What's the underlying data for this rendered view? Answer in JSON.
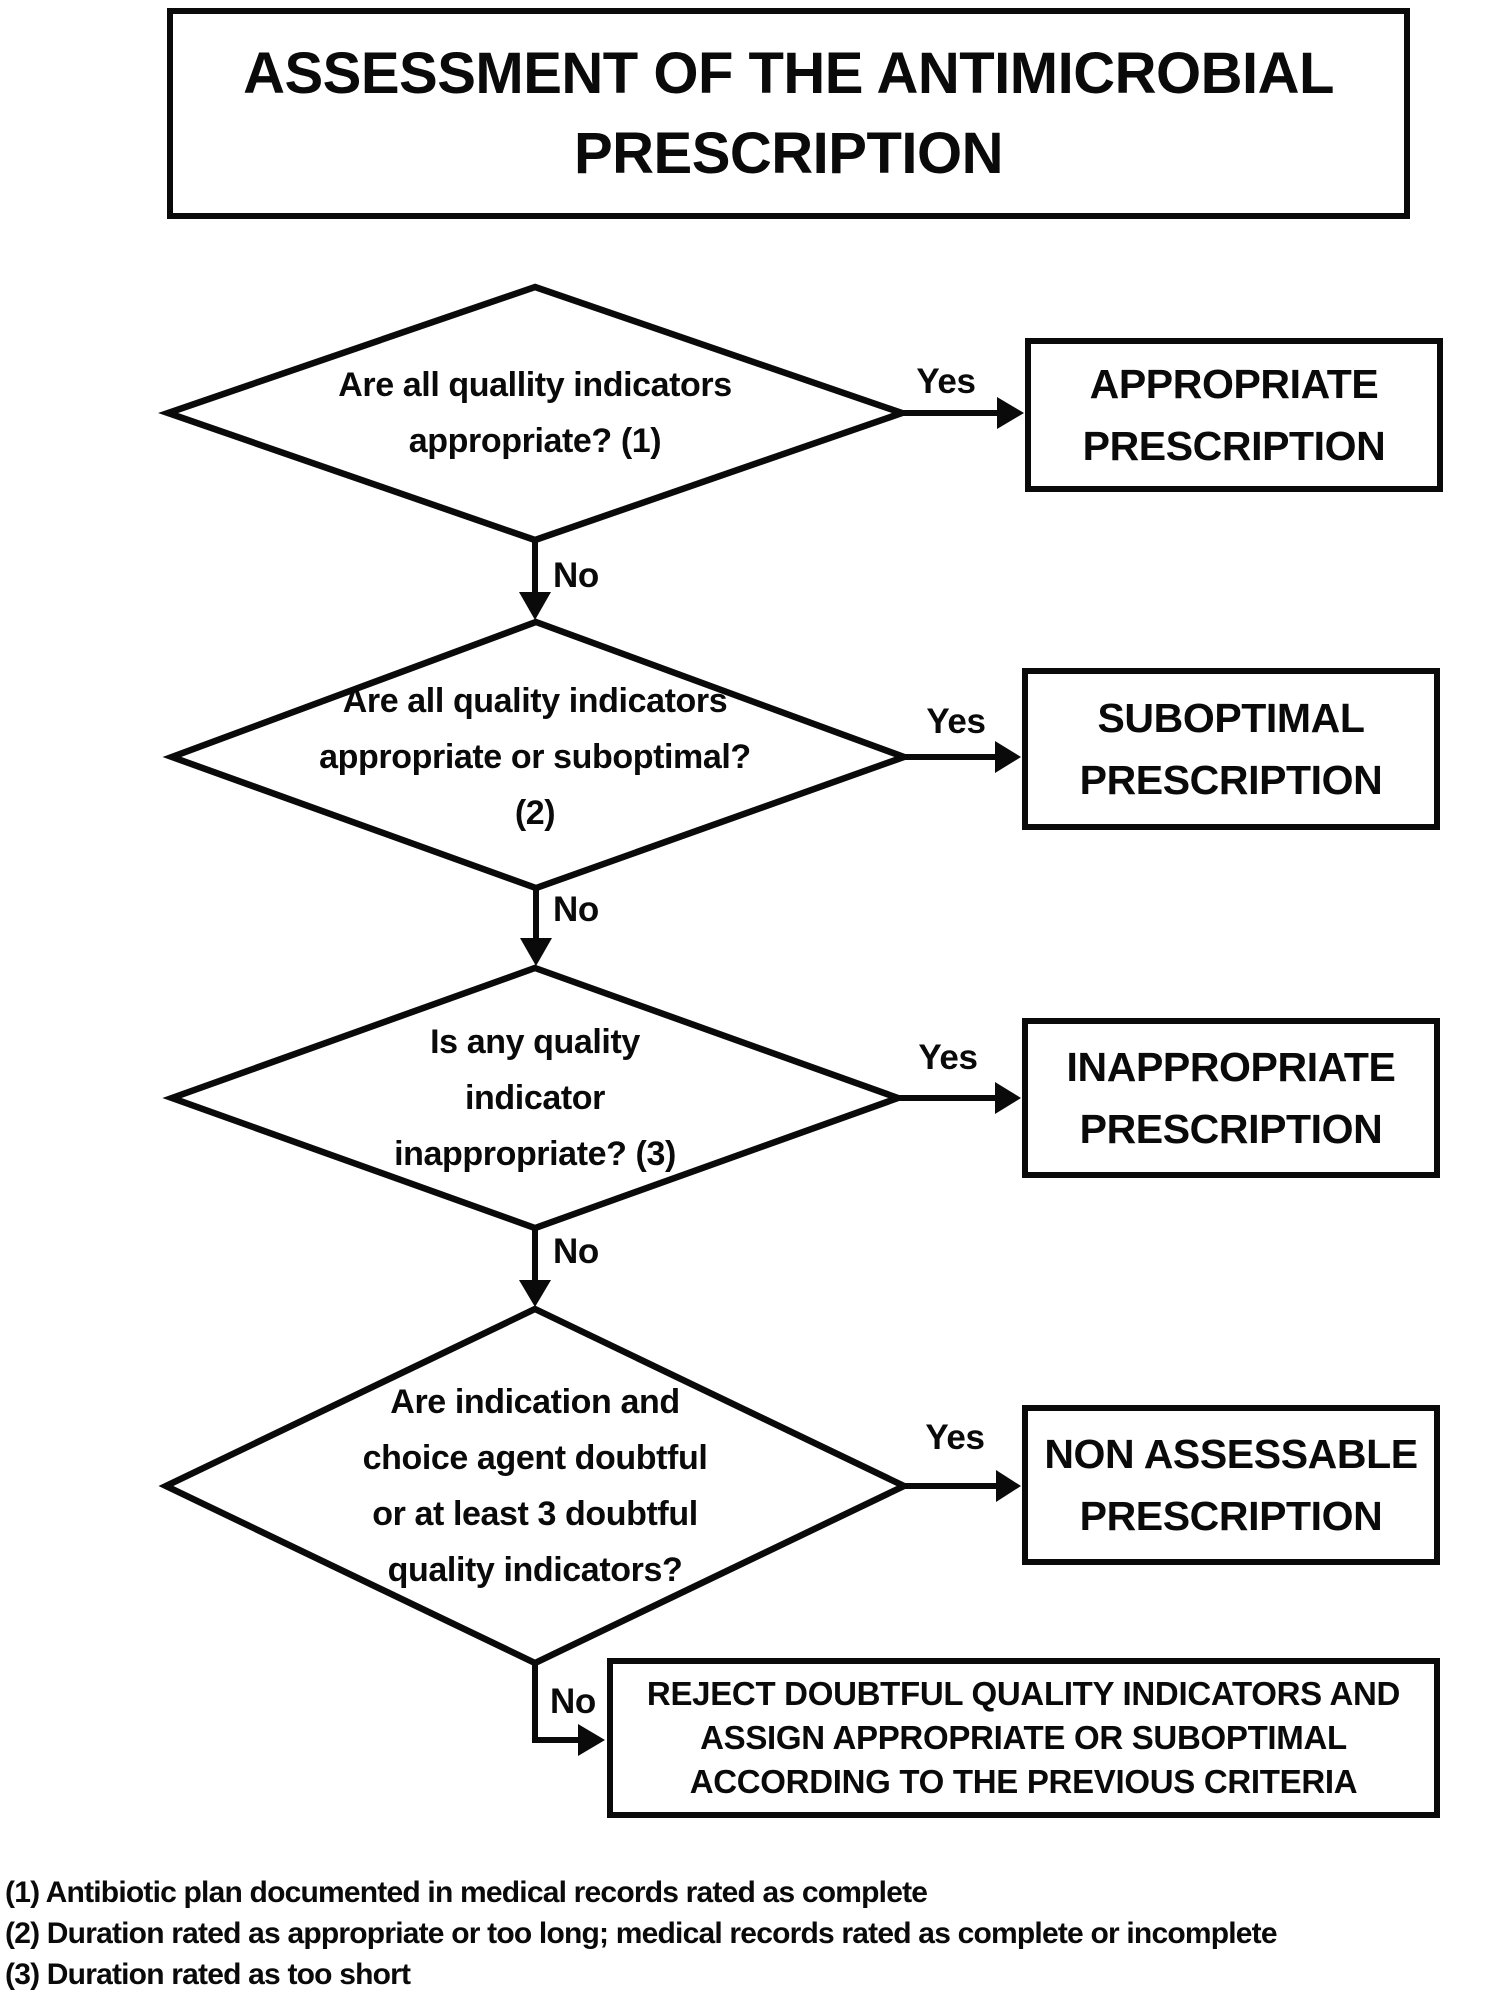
{
  "title": "ASSESSMENT OF THE ANTIMICROBIAL PRESCRIPTION",
  "flow": {
    "d1": {
      "l1": "Are all quallity indicators",
      "l2": "appropriate? (1)",
      "yes": "Yes",
      "no": "No"
    },
    "d2": {
      "l1": "Are all quality indicators",
      "l2": "appropriate or suboptimal?",
      "l3": "(2)",
      "yes": "Yes",
      "no": "No"
    },
    "d3": {
      "l1": "Is any quality",
      "l2": "indicator",
      "l3": "inappropriate? (3)",
      "yes": "Yes",
      "no": "No"
    },
    "d4": {
      "l1": "Are indication and",
      "l2": "choice agent doubtful",
      "l3": "or at least 3 doubtful",
      "l4": "quality indicators?",
      "yes": "Yes",
      "no": "No"
    },
    "o1": {
      "l1": "APPROPRIATE",
      "l2": "PRESCRIPTION"
    },
    "o2": {
      "l1": "SUBOPTIMAL",
      "l2": "PRESCRIPTION"
    },
    "o3": {
      "l1": "INAPPROPRIATE",
      "l2": "PRESCRIPTION"
    },
    "o4": {
      "l1": "NON ASSESSABLE",
      "l2": "PRESCRIPTION"
    },
    "reject": {
      "l1": "REJECT DOUBTFUL QUALITY INDICATORS AND",
      "l2": "ASSIGN APPROPRIATE OR SUBOPTIMAL",
      "l3": "ACCORDING TO THE PREVIOUS CRITERIA"
    }
  },
  "footnotes": {
    "f1": "(1) Antibiotic plan documented in medical records rated as complete",
    "f2": "(2) Duration rated as appropriate or too long; medical records rated as complete or incomplete",
    "f3": "(3) Duration rated as too short"
  },
  "colors": {
    "ink": "#0a0a0a",
    "background": "#ffffff"
  }
}
